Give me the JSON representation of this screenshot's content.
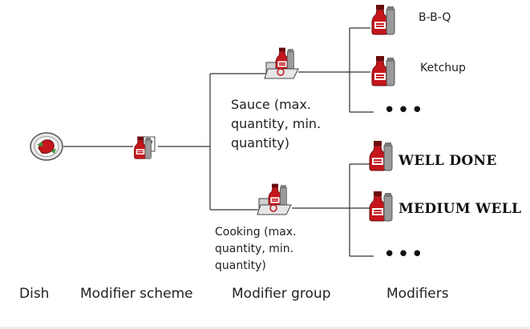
{
  "groups": {
    "sauce": {
      "label": "Sauce (max. quantity, min. quantity)",
      "modifiers": [
        "B-B-Q",
        "Ketchup"
      ],
      "more": "•••"
    },
    "cooking": {
      "label": "Cooking (max. quantity, min. quantity)",
      "modifiers": [
        "WELL DONE",
        "MEDIUM WELL"
      ],
      "more": "•••"
    }
  },
  "columns": {
    "dish": "Dish",
    "scheme": "Modifier scheme",
    "group": "Modifier group",
    "modifiers": "Modifiers"
  },
  "icons": {
    "dish": "dish-plate-icon",
    "scheme": "scheme-document-icon",
    "group": "folder-bottle-icon",
    "modifier": "ketchup-bottle-icon"
  },
  "colors": {
    "bottle_red": "#c4161c",
    "cap_gray": "#8d8d8d",
    "folder_gray": "#d9d9d9",
    "line": "#333333"
  }
}
